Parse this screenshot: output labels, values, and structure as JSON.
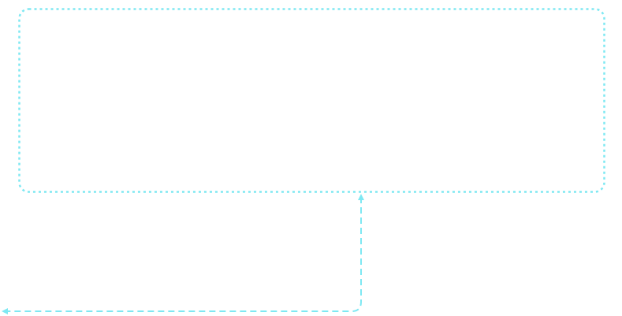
{
  "diagram": {
    "colors": {
      "box_stroke": "#7ee8f2",
      "connector_stroke": "#7ee8f2",
      "background": "#ffffff"
    },
    "connector": {
      "from": "box-bottom",
      "to": "left-edge",
      "arrowheads": [
        "start",
        "end"
      ]
    }
  }
}
